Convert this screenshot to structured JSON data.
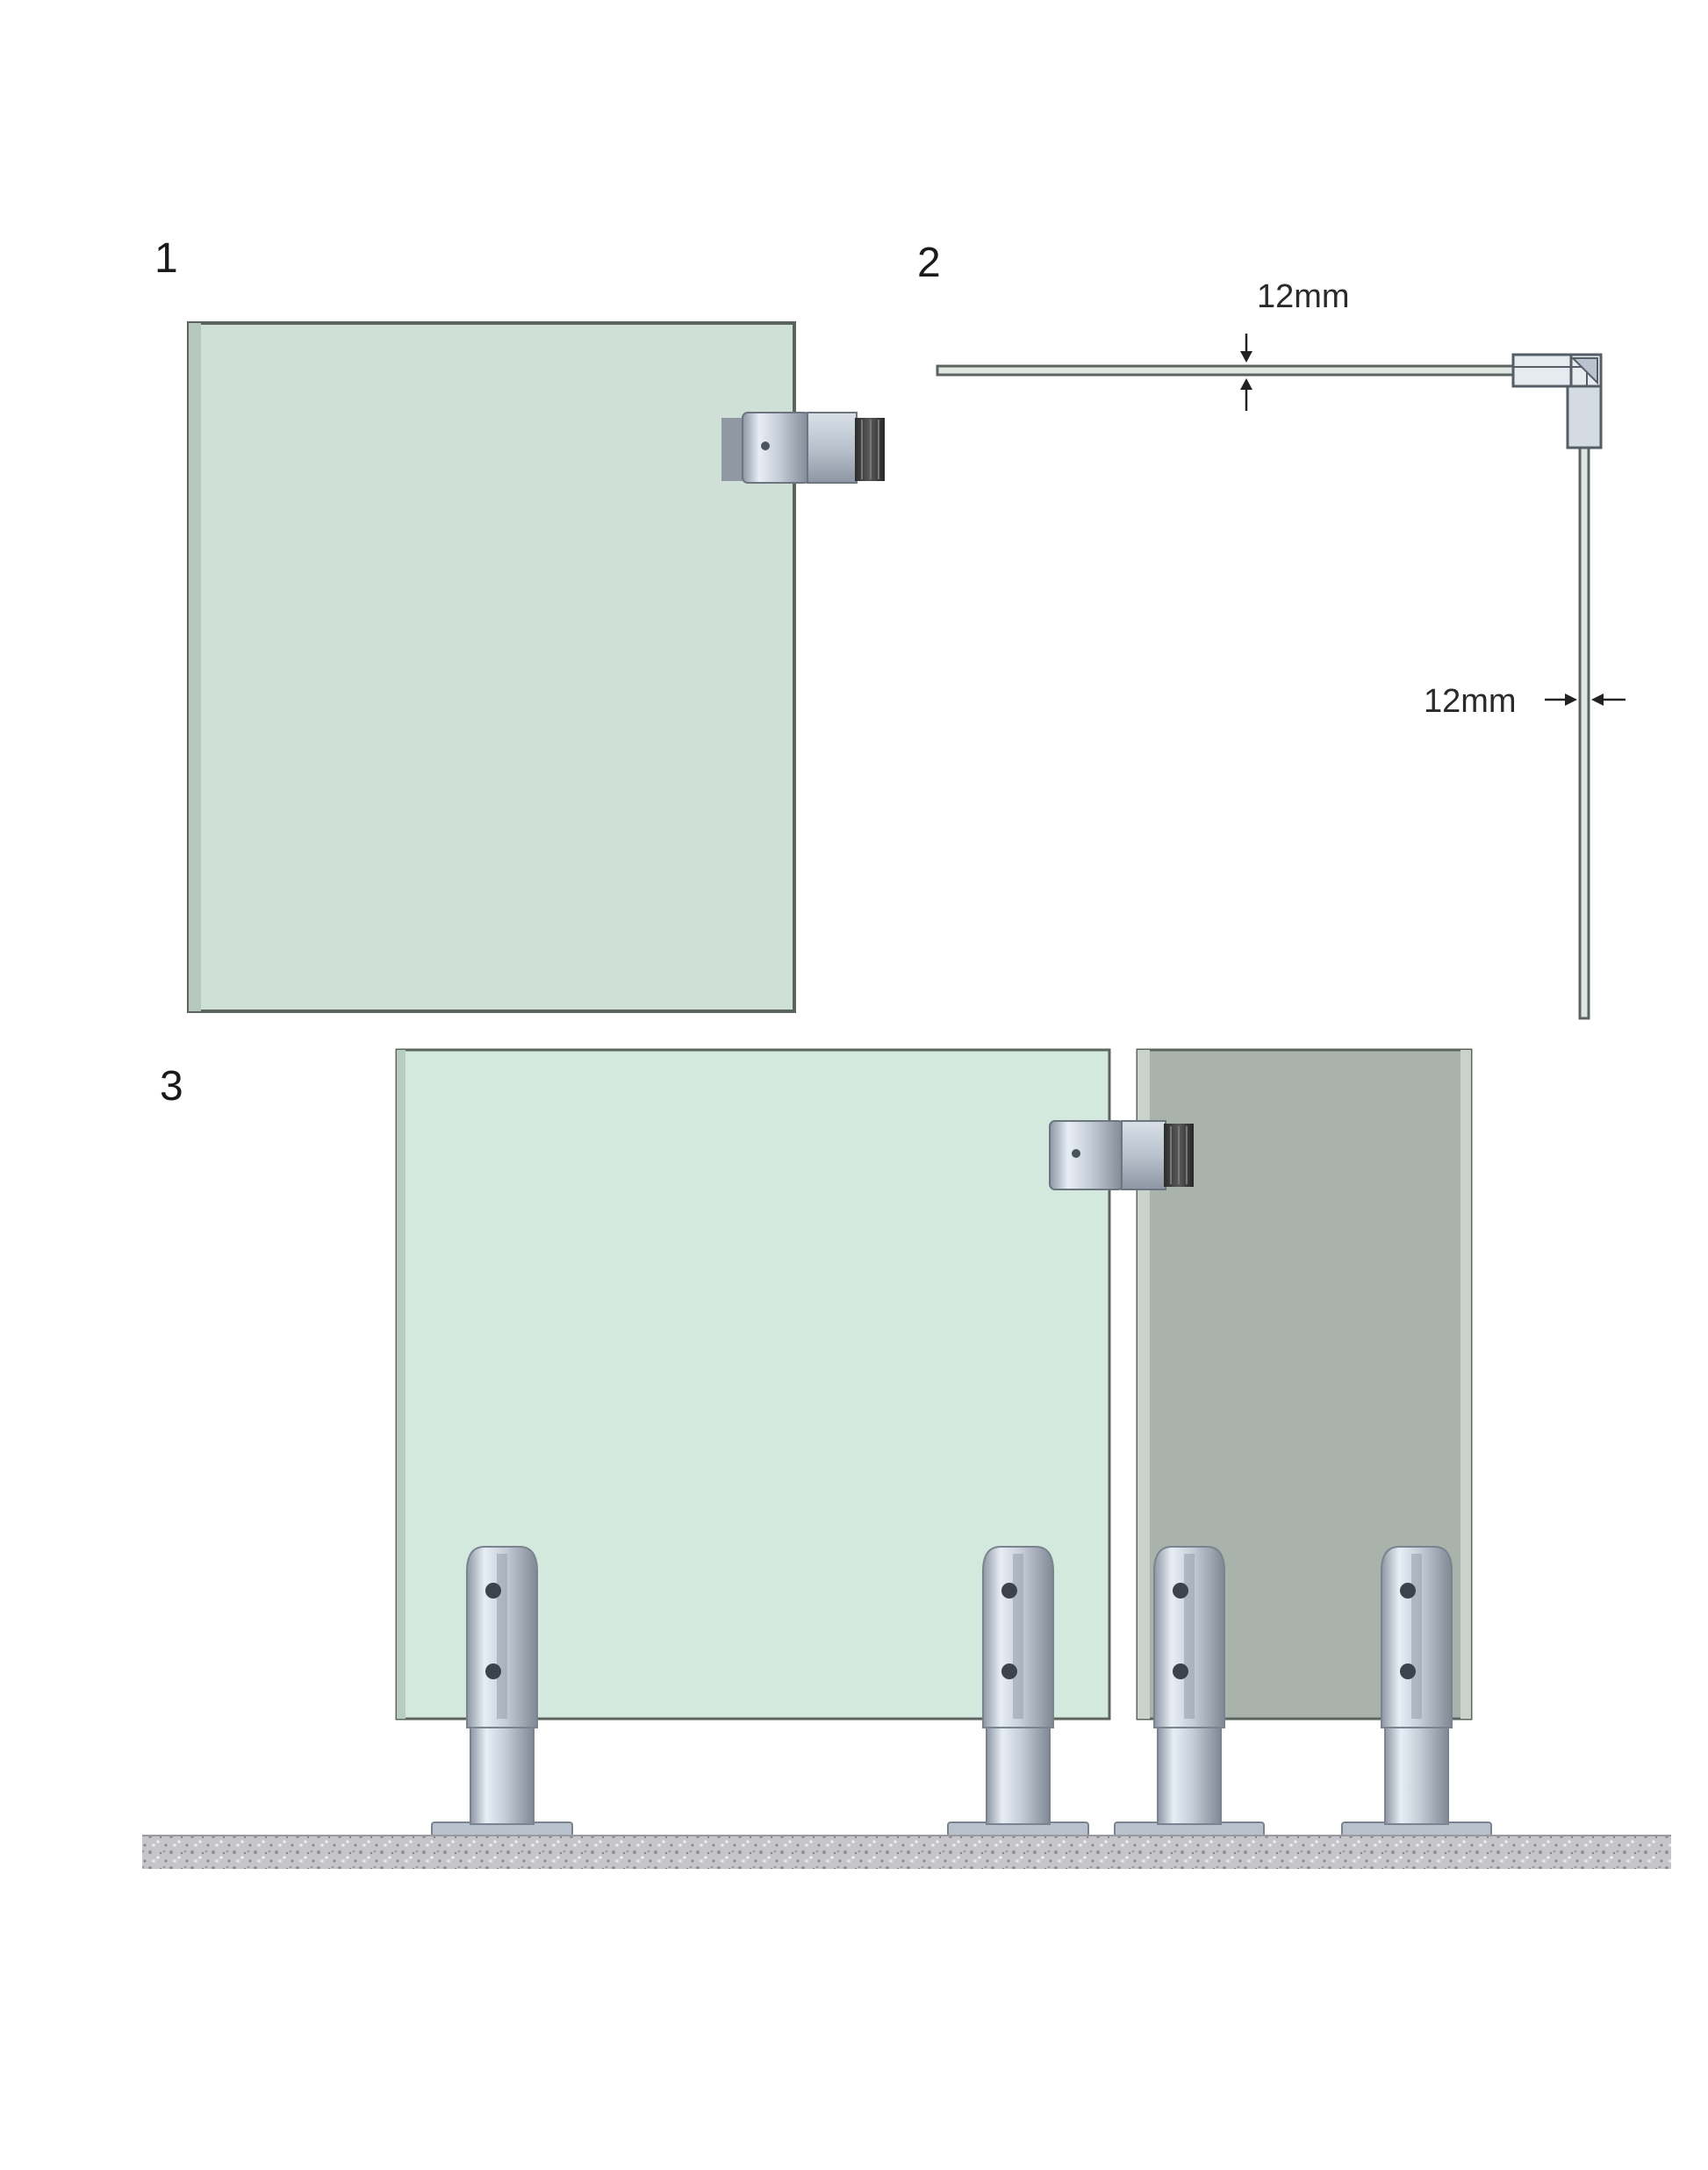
{
  "steps": {
    "step1": {
      "number": "1"
    },
    "step2": {
      "number": "2",
      "glass_thickness_top": "12mm",
      "glass_thickness_side": "12mm"
    },
    "step3": {
      "number": "3"
    }
  },
  "colors": {
    "glass_light": "#cfe0d6",
    "glass_light_2": "#d4e9de",
    "glass_dark": "#a9b3ab",
    "glass_edge": "#5c6460",
    "metal_light": "#e4eaf1",
    "metal_mid": "#b4bdc8",
    "metal_dark": "#7c8591",
    "rubber": "#3a3a3a",
    "floor": "#c2c2c6"
  }
}
